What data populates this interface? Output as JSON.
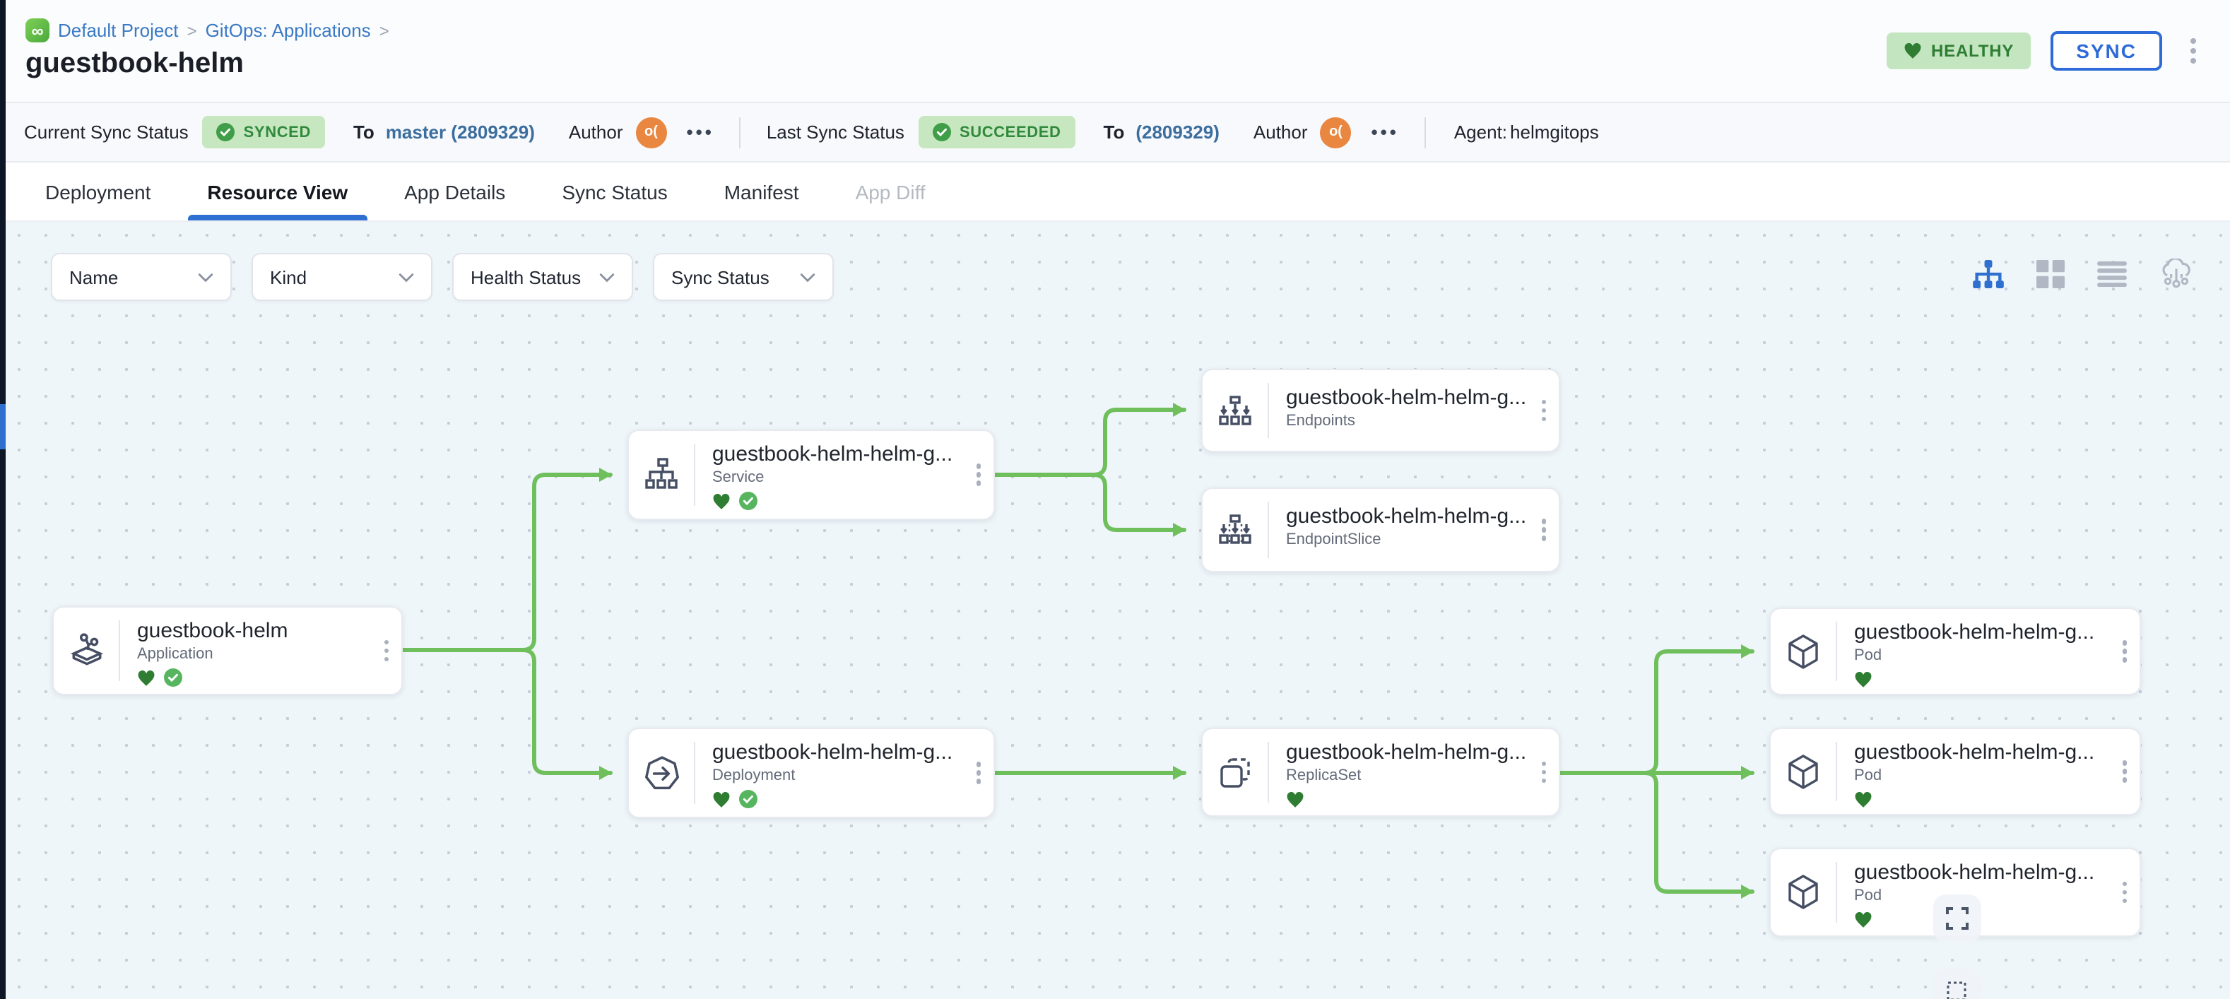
{
  "breadcrumb": {
    "project": "Default Project",
    "section": "GitOps: Applications",
    "separator": ">"
  },
  "page": {
    "title": "guestbook-helm"
  },
  "header": {
    "health_badge": "HEALTHY",
    "sync_button": "SYNC",
    "accent_color": "#2e6bd8",
    "health_color": "#2e7d32"
  },
  "status_bar": {
    "current": {
      "label": "Current Sync Status",
      "badge": "SYNCED",
      "to_label": "To",
      "revision": "master (2809329)",
      "author_label": "Author",
      "avatar_initials": "o(",
      "more": "•••"
    },
    "last": {
      "label": "Last Sync Status",
      "badge": "SUCCEEDED",
      "to_label": "To",
      "revision": "(2809329)",
      "author_label": "Author",
      "avatar_initials": "o(",
      "more": "•••"
    },
    "agent": {
      "label": "Agent:",
      "value": "helmgitops"
    },
    "badge_bg": "#c7e7c1",
    "badge_text_color": "#318a3c",
    "link_color": "#3b6e9e"
  },
  "tabs": [
    {
      "label": "Deployment",
      "state": "normal"
    },
    {
      "label": "Resource View",
      "state": "active"
    },
    {
      "label": "App Details",
      "state": "normal"
    },
    {
      "label": "Sync Status",
      "state": "normal"
    },
    {
      "label": "Manifest",
      "state": "normal"
    },
    {
      "label": "App Diff",
      "state": "disabled"
    }
  ],
  "filters": [
    {
      "label": "Name"
    },
    {
      "label": "Kind"
    },
    {
      "label": "Health Status"
    },
    {
      "label": "Sync Status"
    }
  ],
  "view_toggles": [
    {
      "name": "tree-view",
      "active": true
    },
    {
      "name": "grid-view",
      "active": false
    },
    {
      "name": "list-view",
      "active": false
    },
    {
      "name": "cluster-view",
      "active": false
    }
  ],
  "canvas": {
    "edge_color": "#6fbf5c",
    "nodes": [
      {
        "title": "guestbook-helm",
        "kind": "Application",
        "statuses": [
          "healthy",
          "synced"
        ]
      },
      {
        "title": "guestbook-helm-helm-g...",
        "kind": "Service",
        "statuses": [
          "healthy",
          "synced"
        ]
      },
      {
        "title": "guestbook-helm-helm-g...",
        "kind": "Deployment",
        "statuses": [
          "healthy",
          "synced"
        ]
      },
      {
        "title": "guestbook-helm-helm-g...",
        "kind": "Endpoints",
        "statuses": []
      },
      {
        "title": "guestbook-helm-helm-g...",
        "kind": "EndpointSlice",
        "statuses": []
      },
      {
        "title": "guestbook-helm-helm-g...",
        "kind": "ReplicaSet",
        "statuses": [
          "healthy"
        ]
      },
      {
        "title": "guestbook-helm-helm-g...",
        "kind": "Pod",
        "statuses": [
          "healthy"
        ]
      },
      {
        "title": "guestbook-helm-helm-g...",
        "kind": "Pod",
        "statuses": [
          "healthy"
        ]
      },
      {
        "title": "guestbook-helm-helm-g...",
        "kind": "Pod",
        "statuses": [
          "healthy"
        ]
      }
    ]
  }
}
